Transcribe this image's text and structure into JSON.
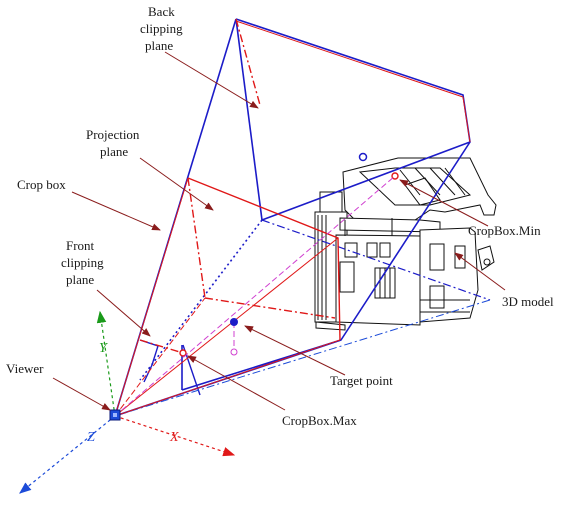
{
  "labels": {
    "back_clipping_plane_1": "Back",
    "back_clipping_plane_2": "clipping",
    "back_clipping_plane_3": "plane",
    "projection_plane_1": "Projection",
    "projection_plane_2": "plane",
    "crop_box": "Crop box",
    "front_clipping_plane_1": "Front",
    "front_clipping_plane_2": "clipping",
    "front_clipping_plane_3": "plane",
    "viewer": "Viewer",
    "cropbox_min": "CropBox.Min",
    "model_3d": "3D model",
    "target_point": "Target point",
    "cropbox_max": "CropBox.Max"
  },
  "axes": {
    "x": "X",
    "y": "Y",
    "z": "Z"
  },
  "colors": {
    "frustum": "#1c1cc8",
    "crop": "#e01818",
    "leader": "#8a1c1c",
    "x_axis": "#e01818",
    "y_axis": "#1a9a1a",
    "z_axis": "#1c4bd8",
    "magenta": "#d040d0"
  }
}
